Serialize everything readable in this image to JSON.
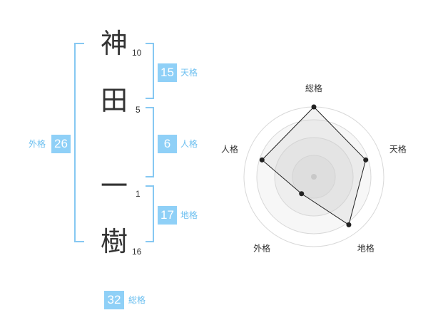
{
  "name": {
    "chars": [
      {
        "char": "神",
        "strokes": "10"
      },
      {
        "char": "田",
        "strokes": "5"
      },
      {
        "char": "一",
        "strokes": "1"
      },
      {
        "char": "樹",
        "strokes": "16"
      }
    ]
  },
  "fortunes": {
    "tenkaku": {
      "label": "天格",
      "value": "15"
    },
    "jinkaku": {
      "label": "人格",
      "value": "6"
    },
    "chikaku": {
      "label": "地格",
      "value": "17"
    },
    "gaikaku": {
      "label": "外格",
      "value": "26"
    },
    "soukaku": {
      "label": "総格",
      "value": "32"
    }
  },
  "colors": {
    "accent": "#8fd0f7",
    "bracket": "#86c8f2",
    "label": "#6ec0f0"
  },
  "chart_data": {
    "type": "radar",
    "axes": [
      "総格",
      "天格",
      "地格",
      "外格",
      "人格"
    ],
    "values": [
      1.0,
      0.78,
      0.85,
      0.3,
      0.78
    ],
    "range": [
      0,
      1
    ]
  }
}
